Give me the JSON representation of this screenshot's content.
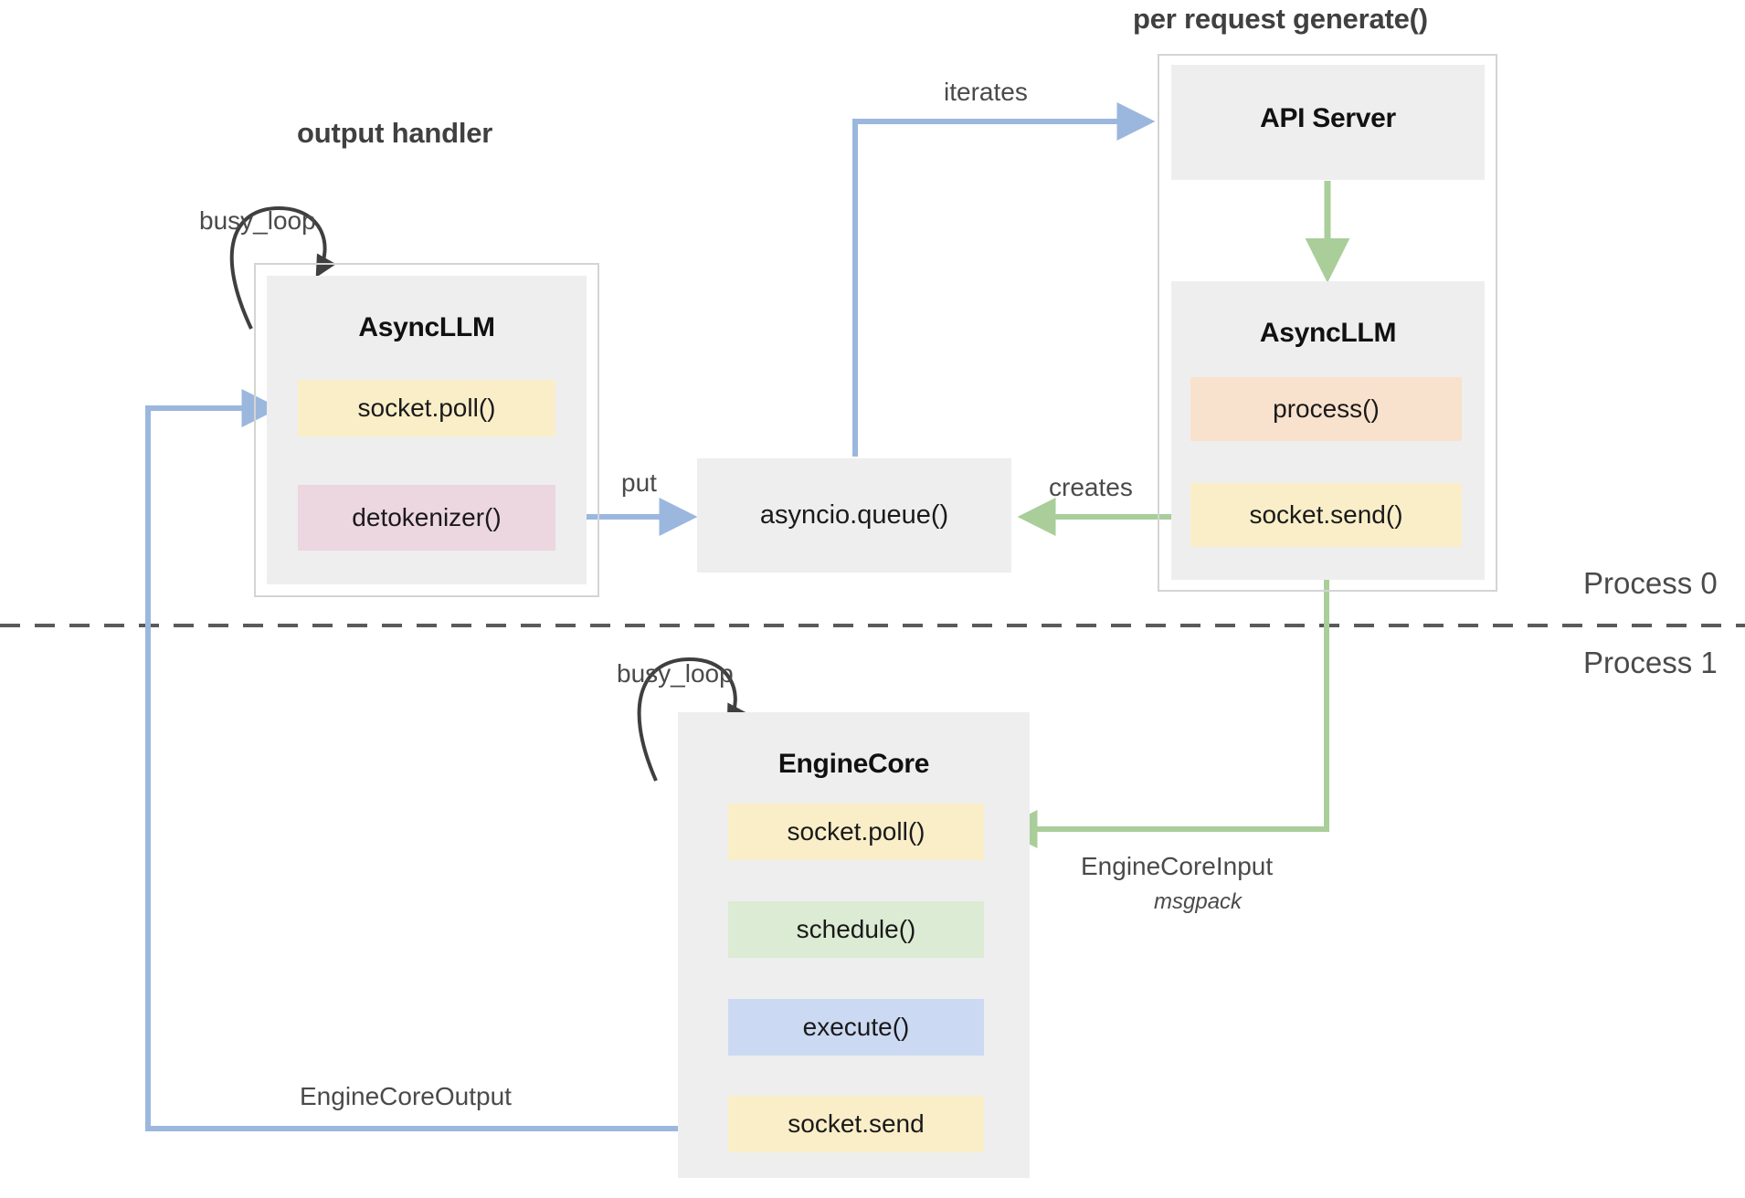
{
  "diagram": {
    "title_left": "output handler",
    "title_right": "per request generate()",
    "process_top": "Process 0",
    "process_bottom": "Process 1",
    "colors": {
      "node_fill": "#eeeeee",
      "outline": "#d4d4d4",
      "yellow": "#faeec8",
      "pink": "#ecd6e0",
      "peach": "#f9e2cd",
      "green": "#dcebd3",
      "blue": "#ccd9f2",
      "arrow_blue": "#9bb7dd",
      "arrow_green": "#a9ce9a",
      "arrow_black": "#3f3f3f",
      "divider": "#5a5a5a"
    }
  },
  "output_handler": {
    "node_title": "AsyncLLM",
    "slots": [
      {
        "label": "socket.poll()",
        "color": "yellow"
      },
      {
        "label": "detokenizer()",
        "color": "pink"
      }
    ],
    "self_loop_label": "busy_loop"
  },
  "queue": {
    "label": "asyncio.queue()"
  },
  "per_request": {
    "api_server_title": "API Server",
    "node_title": "AsyncLLM",
    "slots": [
      {
        "label": "process()",
        "color": "peach"
      },
      {
        "label": "socket.send()",
        "color": "yellow"
      }
    ]
  },
  "engine_core": {
    "node_title": "EngineCore",
    "self_loop_label": "busy_loop",
    "slots": [
      {
        "label": "socket.poll()",
        "color": "yellow"
      },
      {
        "label": "schedule()",
        "color": "green"
      },
      {
        "label": "execute()",
        "color": "blue"
      },
      {
        "label": "socket.send",
        "color": "yellow"
      }
    ]
  },
  "edges": {
    "iterates": "iterates",
    "put": "put",
    "creates": "creates",
    "engine_core_input": "EngineCoreInput",
    "engine_core_input_sub": "msgpack",
    "engine_core_output": "EngineCoreOutput"
  }
}
